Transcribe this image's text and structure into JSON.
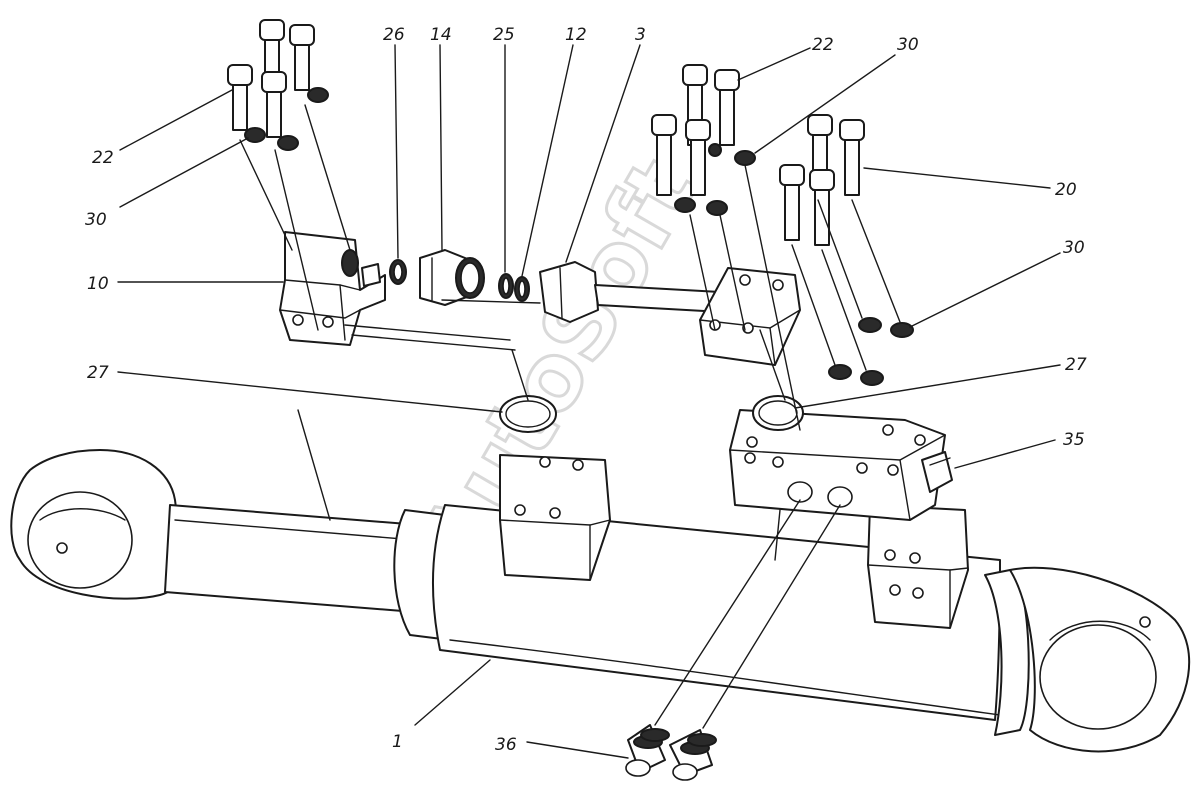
{
  "watermark": "AutoSoft",
  "labels": {
    "l22a": "22",
    "l30a": "30",
    "l10": "10",
    "l27a": "27",
    "l26": "26",
    "l14": "14",
    "l25": "25",
    "l12": "12",
    "l3": "3",
    "l22b": "22",
    "l30b": "30",
    "l20": "20",
    "l30c": "30",
    "l27b": "27",
    "l35": "35",
    "l1": "1",
    "l36": "36"
  }
}
